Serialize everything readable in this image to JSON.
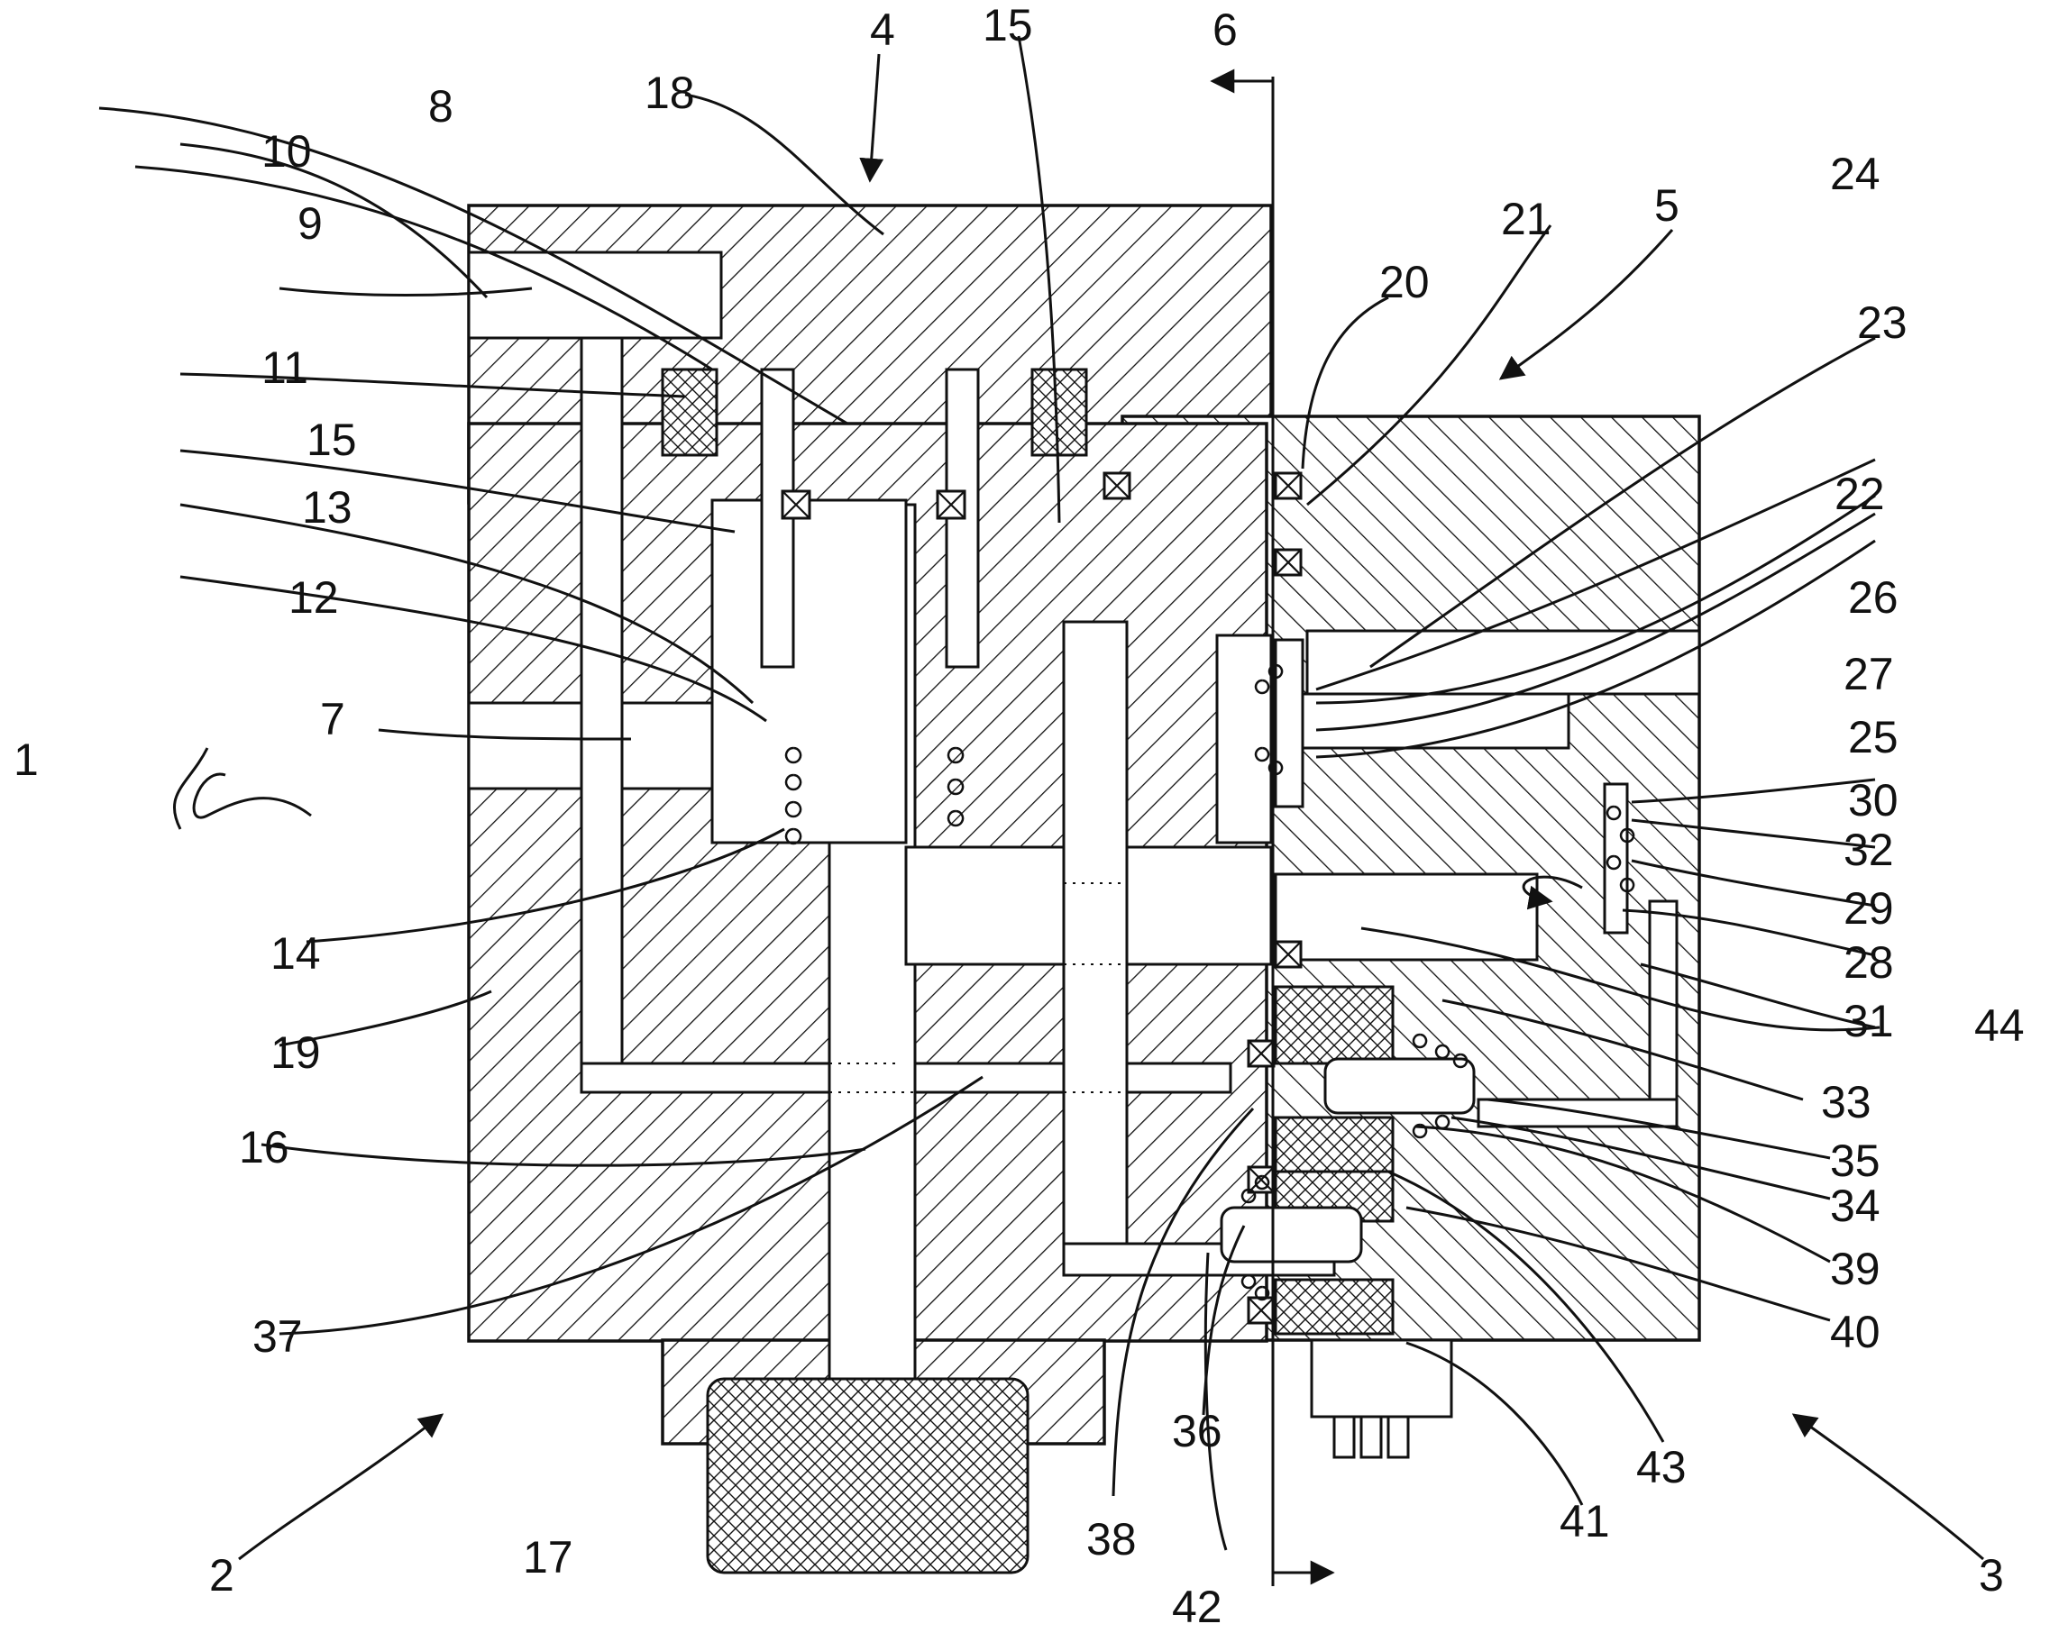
{
  "figure": {
    "labels": [
      {
        "id": "ref-1",
        "text": "1"
      },
      {
        "id": "ref-2",
        "text": "2"
      },
      {
        "id": "ref-3",
        "text": "3"
      },
      {
        "id": "ref-4",
        "text": "4"
      },
      {
        "id": "ref-5",
        "text": "5"
      },
      {
        "id": "ref-6",
        "text": "6"
      },
      {
        "id": "ref-7",
        "text": "7"
      },
      {
        "id": "ref-8",
        "text": "8"
      },
      {
        "id": "ref-9",
        "text": "9"
      },
      {
        "id": "ref-10",
        "text": "10"
      },
      {
        "id": "ref-11",
        "text": "11"
      },
      {
        "id": "ref-12",
        "text": "12"
      },
      {
        "id": "ref-13",
        "text": "13"
      },
      {
        "id": "ref-14",
        "text": "14"
      },
      {
        "id": "ref-15a",
        "text": "15"
      },
      {
        "id": "ref-15b",
        "text": "15"
      },
      {
        "id": "ref-16",
        "text": "16"
      },
      {
        "id": "ref-17",
        "text": "17"
      },
      {
        "id": "ref-18",
        "text": "18"
      },
      {
        "id": "ref-19",
        "text": "19"
      },
      {
        "id": "ref-20",
        "text": "20"
      },
      {
        "id": "ref-21",
        "text": "21"
      },
      {
        "id": "ref-22",
        "text": "22"
      },
      {
        "id": "ref-23",
        "text": "23"
      },
      {
        "id": "ref-24",
        "text": "24"
      },
      {
        "id": "ref-25",
        "text": "25"
      },
      {
        "id": "ref-26",
        "text": "26"
      },
      {
        "id": "ref-27",
        "text": "27"
      },
      {
        "id": "ref-28",
        "text": "28"
      },
      {
        "id": "ref-29",
        "text": "29"
      },
      {
        "id": "ref-30",
        "text": "30"
      },
      {
        "id": "ref-31",
        "text": "31"
      },
      {
        "id": "ref-32",
        "text": "32"
      },
      {
        "id": "ref-33",
        "text": "33"
      },
      {
        "id": "ref-34",
        "text": "34"
      },
      {
        "id": "ref-35",
        "text": "35"
      },
      {
        "id": "ref-36",
        "text": "36"
      },
      {
        "id": "ref-37",
        "text": "37"
      },
      {
        "id": "ref-38",
        "text": "38"
      },
      {
        "id": "ref-39",
        "text": "39"
      },
      {
        "id": "ref-40",
        "text": "40"
      },
      {
        "id": "ref-41",
        "text": "41"
      },
      {
        "id": "ref-42",
        "text": "42"
      },
      {
        "id": "ref-43",
        "text": "43"
      },
      {
        "id": "ref-44",
        "text": "44"
      }
    ]
  }
}
